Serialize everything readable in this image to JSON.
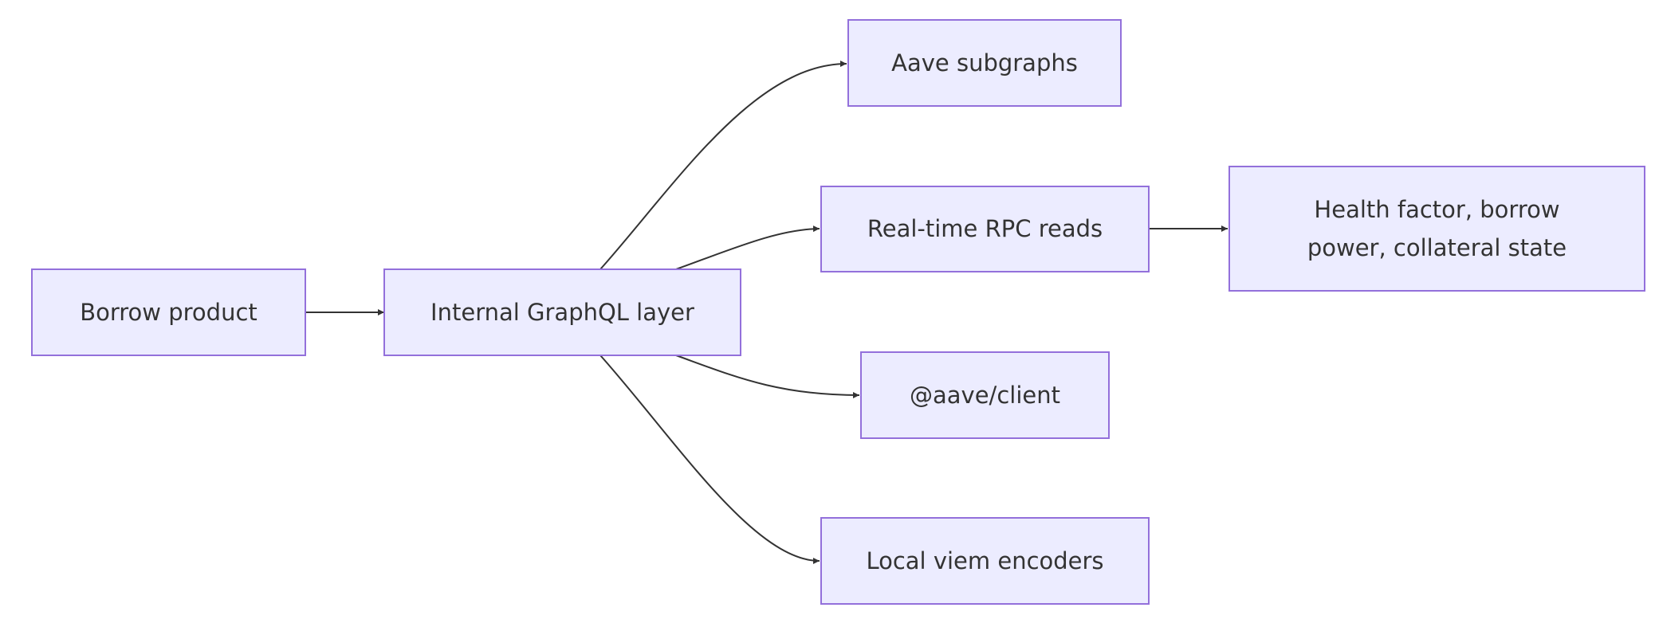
{
  "diagram": {
    "nodes": {
      "borrow": {
        "label": "Borrow product"
      },
      "graphql": {
        "label": "Internal GraphQL layer"
      },
      "subgraphs": {
        "label": "Aave subgraphs"
      },
      "rpc": {
        "label": "Real-time RPC reads"
      },
      "health": {
        "line1": "Health factor, borrow",
        "line2": "power, collateral state"
      },
      "client": {
        "label": "@aave/client"
      },
      "viem": {
        "label": "Local viem encoders"
      }
    },
    "edges": [
      {
        "from": "borrow",
        "to": "graphql"
      },
      {
        "from": "graphql",
        "to": "subgraphs"
      },
      {
        "from": "graphql",
        "to": "rpc"
      },
      {
        "from": "graphql",
        "to": "client"
      },
      {
        "from": "graphql",
        "to": "viem"
      },
      {
        "from": "rpc",
        "to": "health"
      }
    ],
    "colors": {
      "node_fill": "#ececff",
      "node_stroke": "#9370db",
      "edge": "#333333",
      "text": "#333333"
    }
  }
}
